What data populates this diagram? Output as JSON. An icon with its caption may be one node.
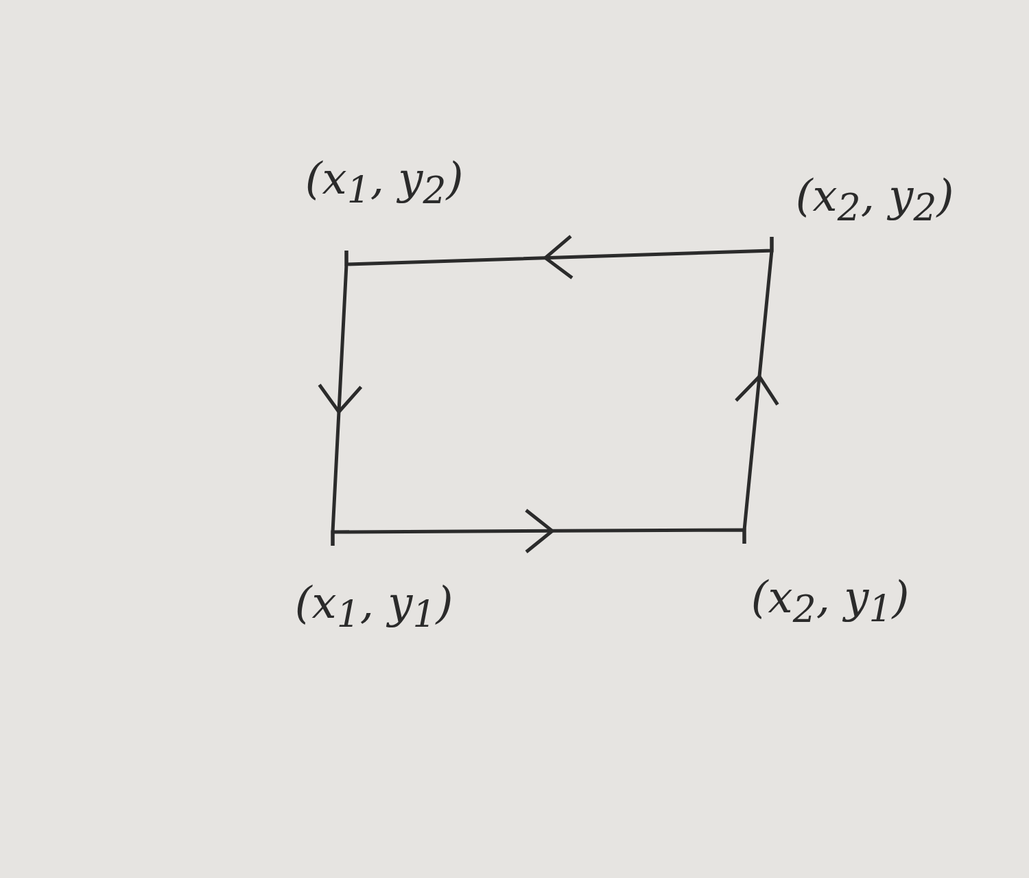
{
  "diagram": {
    "nodes": [
      {
        "text": [
          "(x$_{1}$, y$_{2}$)"
        ]
      },
      {
        "text": [
          "(x$_{2}$, y$_{2}$)"
        ]
      },
      {
        "text": [
          "(x$_{1}$, y$_{1}$)"
        ]
      },
      {
        "text": [
          "(x$_{2}$, y$_{1}$)"
        ]
      }
    ],
    "edges": [
      {
        "from": 2,
        "to": 3,
        "arrow": "to"
      },
      {
        "from": 3,
        "to": 1,
        "arrow": "to"
      },
      {
        "from": 1,
        "to": 0,
        "arrow": "to"
      },
      {
        "from": 0,
        "to": 2,
        "arrow": "to"
      }
    ]
  }
}
